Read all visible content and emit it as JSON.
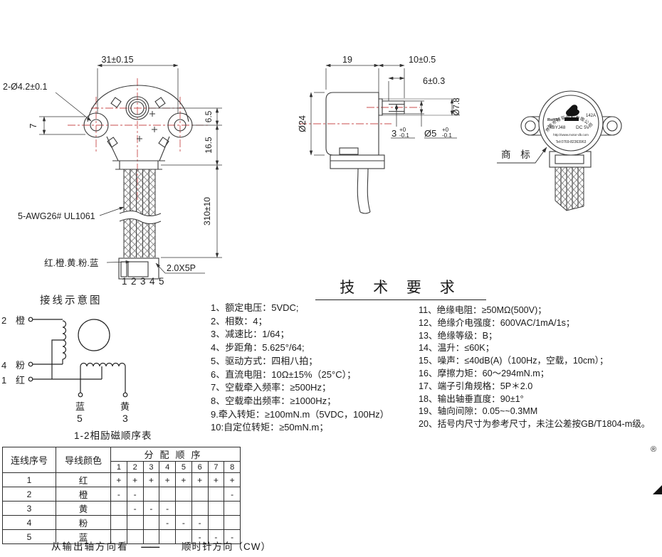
{
  "front_view": {
    "dim_mount_span": "31±0.15",
    "dim_mount_holes": "2-Ø4.2±0.1",
    "dim_left": "7",
    "dim_offset": "6.5",
    "dim_body_height": "16.5",
    "dim_wire_length": "310±10",
    "wire_spec": "5-AWG26# UL1061",
    "wire_colors": "红.橙.黄.粉.蓝",
    "connector_spec": "2.0X5P",
    "pin_numbers": "12345"
  },
  "side_view": {
    "dim_depth": "19",
    "dim_shaft_length": "10±0.5",
    "dim_flat_length": "6±0.3",
    "dim_body_dia": "Ø24",
    "dim_boss_dia": "Ø7.8",
    "dim_flat_width": "3",
    "dim_shaft_dia": "Ø5",
    "tol_upper": "+0",
    "tol_lower": "-0.1"
  },
  "back_view": {
    "trademark_label": "商 标",
    "label": {
      "company_arc": "东莞市博军电机有限公司",
      "rohs": "RoHS",
      "code": "142A",
      "model": "24BYJ48",
      "voltage": "DC 5V",
      "url_line": "http://www.motor-db.com",
      "tel_line": "Tel:0769-82363963"
    }
  },
  "wiring": {
    "title": "接线示意图",
    "terminals": {
      "t2_num": "2",
      "t2_color": "橙",
      "t4_num": "4",
      "t4_color": "粉",
      "t1_num": "1",
      "t1_color": "红",
      "t5_color": "蓝",
      "t5_num": "5",
      "t3_color": "黄",
      "t3_num": "3"
    }
  },
  "tech": {
    "title": "技 术 要 求",
    "left": [
      "1、额定电压：5VDC;",
      "2、相数：4；",
      "3、减速比：1/64；",
      "4、步距角：5.625°/64;",
      "5、驱动方式：四相八拍；",
      "6、直流电阻：10Ω±15%（25°C）；",
      "7、空载牵入频率：≥500Hz；",
      "8、空载牵出频率：≥1000Hz；",
      "9.牵入转矩：≥100mN.m（5VDC，100Hz）",
      "10:自定位转矩：≥50mN.m；"
    ],
    "right": [
      "11、绝缘电阻：≥50MΩ(500V)；",
      "12、绝缘介电强度：600VAC/1mA/1s；",
      "13、绝缘等级：B；",
      "14、温升：≤60K；",
      "15、噪声：≤40dB(A)（100Hz，空载，10cm）；",
      "16、摩擦力矩：60～294mN.m；",
      "17、端子引角规格：5P＊2.0",
      "18、输出轴垂直度：90±1°",
      "19、轴向间隙：0.05~~0.3MM",
      "20、括号内尺寸为参考尺寸，未注公差按GB/T1804-m级。"
    ]
  },
  "seq_table": {
    "title": "1-2相励磁顺序表",
    "col_wire_no": "连线序号",
    "col_wire_color": "导线颜色",
    "col_sequence": "分配顺序",
    "steps": [
      "1",
      "2",
      "3",
      "4",
      "5",
      "6",
      "7",
      "8"
    ],
    "rows": [
      {
        "no": "1",
        "color": "红",
        "seq": [
          "+",
          "+",
          "+",
          "+",
          "+",
          "+",
          "+",
          "+"
        ]
      },
      {
        "no": "2",
        "color": "橙",
        "seq": [
          "-",
          "-",
          "",
          "",
          "",
          "",
          "",
          "-"
        ]
      },
      {
        "no": "3",
        "color": "黄",
        "seq": [
          "",
          "-",
          "-",
          "-",
          "",
          "",
          "",
          ""
        ]
      },
      {
        "no": "4",
        "color": "粉",
        "seq": [
          "",
          "",
          "",
          "-",
          "-",
          "-",
          "",
          ""
        ]
      },
      {
        "no": "5",
        "color": "蓝",
        "seq": [
          "",
          "",
          "",
          "",
          "",
          "-",
          "-",
          "-"
        ]
      }
    ],
    "footer_left": "从输出轴方向看",
    "footer_dash": "——",
    "footer_right": "顺时针方向（CW）"
  },
  "marks": {
    "registered": "®"
  }
}
